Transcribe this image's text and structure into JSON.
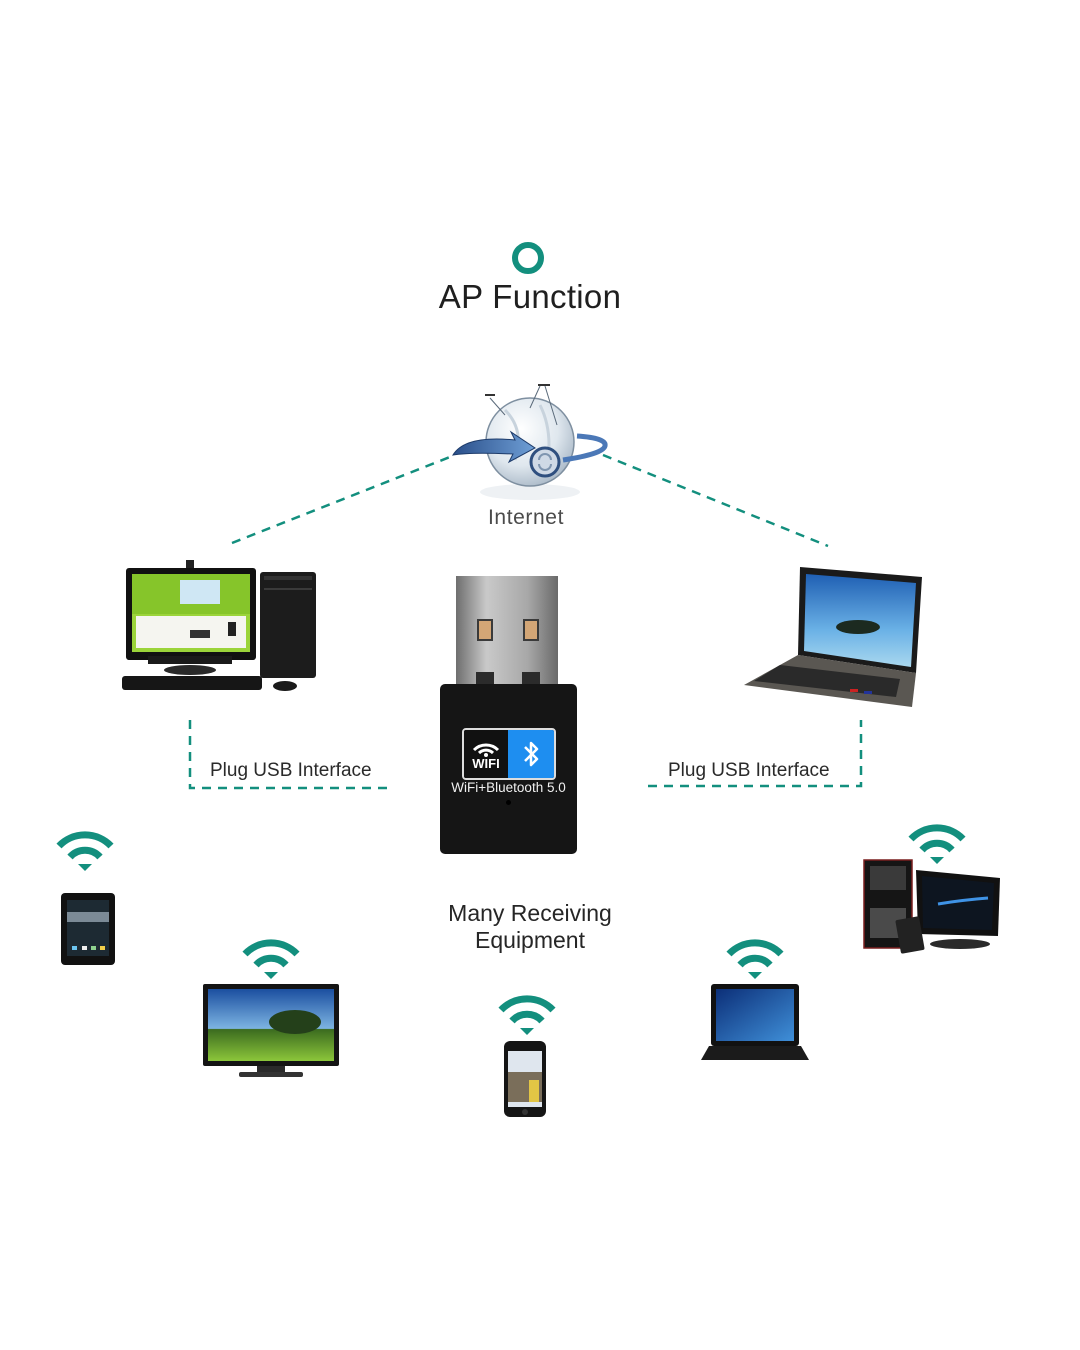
{
  "diagram": {
    "title": "AP Function",
    "accent_color": "#138f7e",
    "hub": {
      "label": "Internet",
      "icon": "globe-icon"
    },
    "adapter": {
      "wifi_badge": "WIFI",
      "bluetooth_icon": "bluetooth-icon",
      "product_text": "WiFi+Bluetooth 5.0"
    },
    "connections": [
      {
        "device": "desktop-computer",
        "label": "Plug USB Interface"
      },
      {
        "device": "laptop",
        "label": "Plug USB Interface"
      }
    ],
    "receivers": {
      "label_line1": "Many Receiving",
      "label_line2": "Equipment",
      "devices": [
        "tablet",
        "tv",
        "smartphone",
        "laptop",
        "desktop-computer"
      ]
    }
  }
}
